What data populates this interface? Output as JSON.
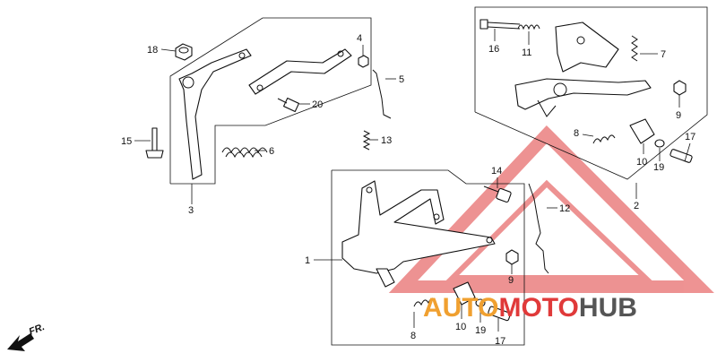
{
  "callouts": {
    "c1": "1",
    "c2": "2",
    "c3": "3",
    "c4": "4",
    "c5": "5",
    "c6": "6",
    "c7": "7",
    "c8a": "8",
    "c8b": "8",
    "c9a": "9",
    "c9b": "9",
    "c10a": "10",
    "c10b": "10",
    "c11": "11",
    "c12": "12",
    "c13": "13",
    "c14": "14",
    "c15": "15",
    "c16": "16",
    "c17a": "17",
    "c17b": "17",
    "c18": "18",
    "c19a": "19",
    "c19b": "19",
    "c20": "20"
  },
  "direction_label": "FR.",
  "watermark": {
    "part1": "AUTO",
    "part2": "MOTO",
    "part3": "HUB",
    "color_orange": "#f0a030",
    "color_red": "#e03a3a",
    "color_gray": "#555555"
  }
}
